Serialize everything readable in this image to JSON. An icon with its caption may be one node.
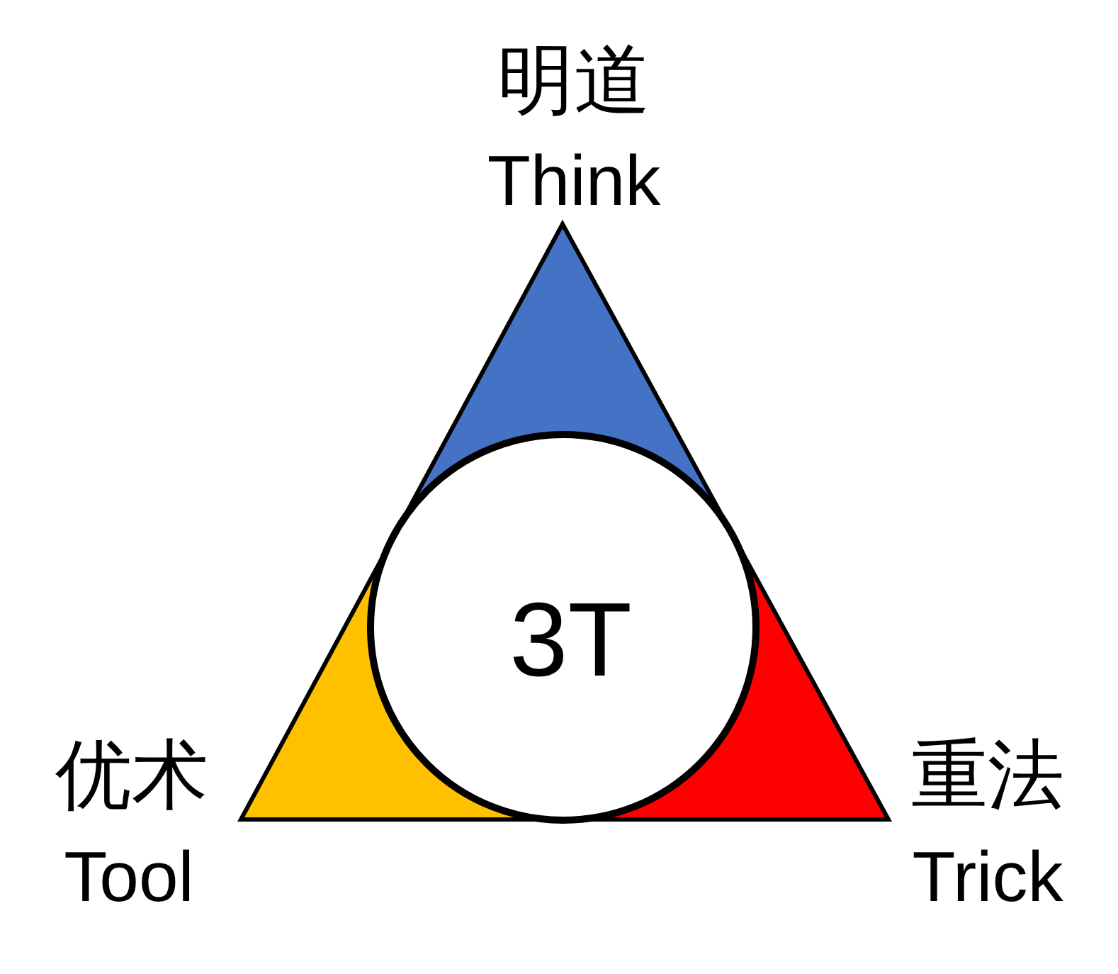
{
  "diagram": {
    "nodes": [
      {
        "text": [
          "明道",
          "Think"
        ]
      },
      {
        "text": [
          "3T"
        ]
      },
      {
        "text": [
          "优术",
          "Tool"
        ]
      },
      {
        "text": [
          "重法",
          "Trick"
        ]
      }
    ]
  }
}
